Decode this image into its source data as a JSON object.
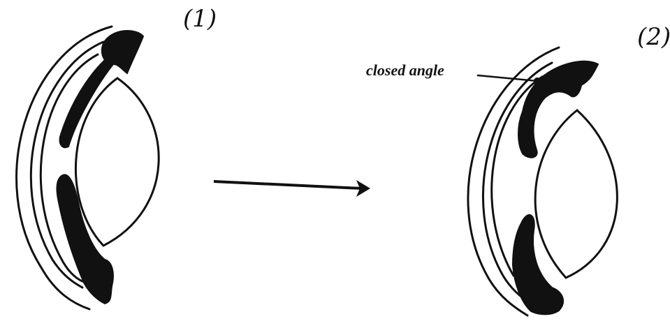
{
  "panels": [
    {
      "id": "1",
      "label": "(1)"
    },
    {
      "id": "2",
      "label": "(2)"
    }
  ],
  "annotation": {
    "text": "closed angle"
  },
  "colors": {
    "ink": "#111111",
    "background": "#ffffff"
  }
}
